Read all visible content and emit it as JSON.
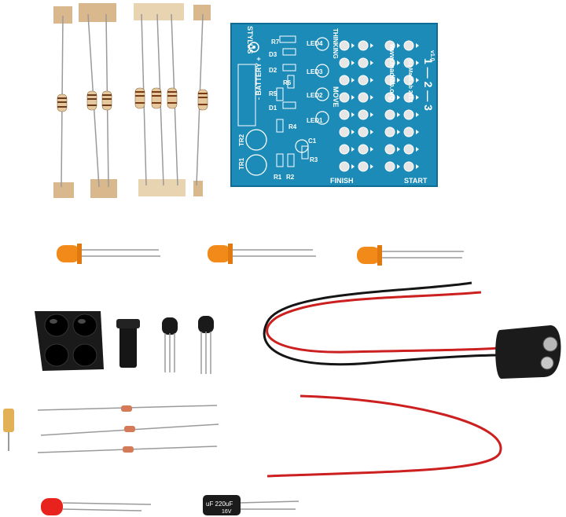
{
  "colors": {
    "pcb": "#1c8bb8",
    "pcb_edge": "#0f6d95",
    "tape": "#d9b88e",
    "lead": "#9a9a9a",
    "resistor_body": "#e5c89d",
    "led_orange": "#f28a1a",
    "led_red": "#e8231d",
    "wire_red": "#cc1f1f",
    "wire_black": "#151515",
    "capacitor": "#1b1b1b"
  },
  "board": {
    "stylus": "STYLUS",
    "thinking": "THINKING",
    "move": "MOVE",
    "battery": "- BATTERY +",
    "finish": "FINISH",
    "start": "START",
    "url": "www.madlab.org",
    "copyright": "(c) MadLab 2012",
    "version": "v1.0",
    "numbers": "1 — 2 — 3",
    "ref_tr1": "TR1",
    "ref_tr2": "TR2",
    "ref_r1": "R1",
    "ref_r2": "R2",
    "ref_r3": "R3",
    "ref_r4": "R4",
    "ref_r5": "R5",
    "ref_r6": "R6",
    "ref_r7": "R7",
    "ref_c1": "C1",
    "ref_d1": "D1",
    "ref_d2": "D2",
    "ref_d3": "D3",
    "ref_led1": "LED1",
    "ref_led2": "LED2",
    "ref_led3": "LED3",
    "ref_led4": "LED4"
  },
  "capacitor": {
    "label": "uF 220uF",
    "voltage": "16V"
  }
}
